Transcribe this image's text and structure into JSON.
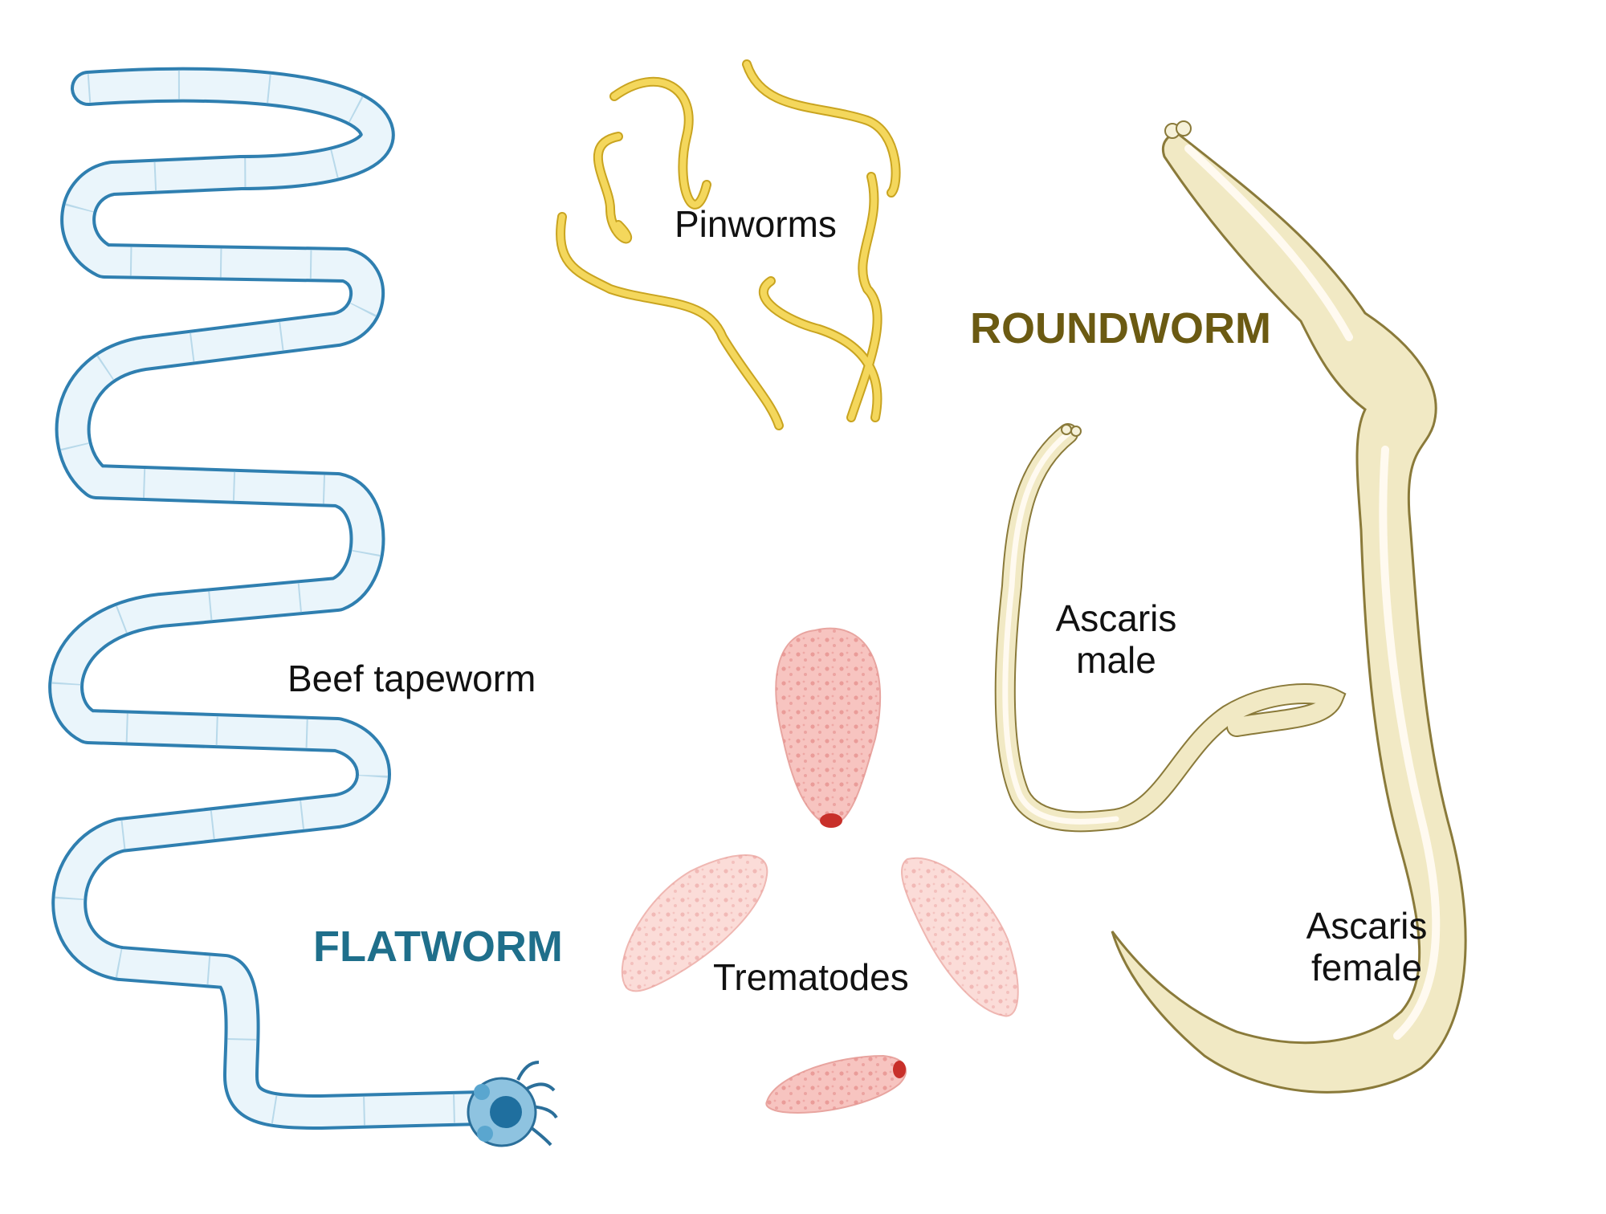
{
  "groups": {
    "roundworm": "ROUNDWORM",
    "flatworm": "FLATWORM"
  },
  "labels": {
    "pinworms": "Pinworms",
    "beef_tapeworm": "Beef tapeworm",
    "ascaris_male_line1": "Ascaris",
    "ascaris_male_line2": "male",
    "ascaris_female_line1": "Ascaris",
    "ascaris_female_line2": "female",
    "trematodes": "Trematodes"
  },
  "colors": {
    "roundworm_heading": "#6b5a12",
    "flatworm_heading": "#1f6f8b",
    "pinworm": "#e8c84a",
    "tapeworm": "#cfe6f2",
    "tapeworm_edge": "#2f7fb0",
    "ascaris": "#f1e9c4",
    "ascaris_edge": "#8a7a3a",
    "trematode": "#f7c4c0",
    "trematode_dot": "#e58e8c"
  }
}
